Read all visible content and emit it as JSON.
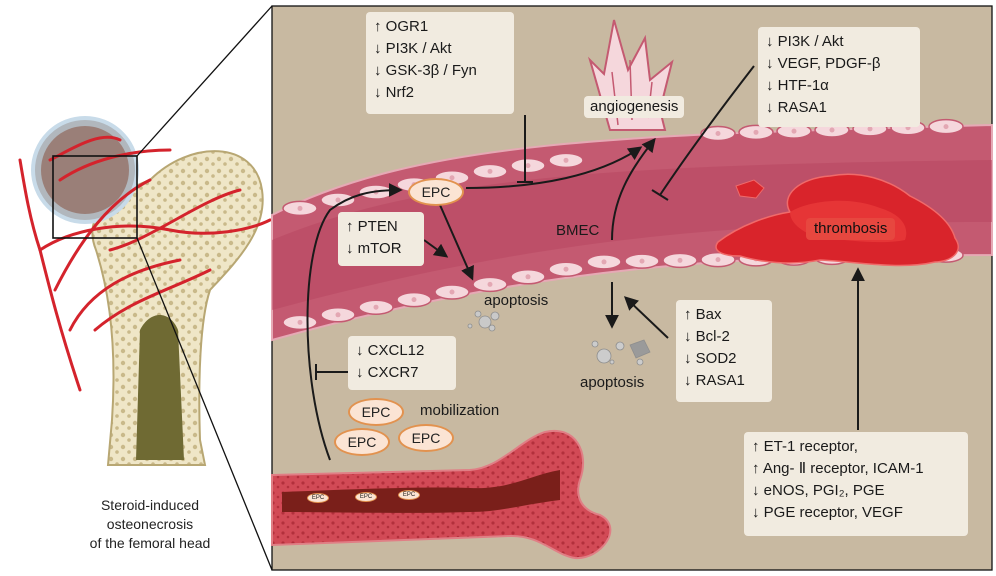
{
  "caption": [
    "Steroid-induced",
    "osteonecrosis",
    "of the femoral head"
  ],
  "box_ogr1": [
    "↑ OGR1",
    "↓ PI3K / Akt",
    "↓ GSK-3β / Fyn",
    "↓ Nrf2"
  ],
  "box_pi3k": [
    "↓ PI3K / Akt",
    "↓ VEGF, PDGF-β",
    "↓ HTF-1α",
    "↓ RASA1"
  ],
  "box_pten": [
    "↑ PTEN",
    "↓ mTOR"
  ],
  "box_cxcl": [
    "↓ CXCL12",
    "↓ CXCR7"
  ],
  "box_bax": [
    "↑ Bax",
    "↓ Bcl-2",
    "↓ SOD2",
    "↓ RASA1"
  ],
  "box_et1": [
    "↑ ET-1 receptor,",
    "↑ Ang- Ⅱ receptor, ICAM-1",
    "↓ eNOS, PGI₂, PGE",
    "↓ PGE receptor, VEGF"
  ],
  "labels": {
    "angiogenesis": "angiogenesis",
    "thrombosis": "thrombosis",
    "bmec": "BMEC",
    "apoptosis_epc": "apoptosis",
    "apoptosis_bmec": "apoptosis",
    "mobilization": "mobilization"
  },
  "epc_label": "EPC",
  "colors": {
    "panel_bg": "#c8b9a1",
    "vessel": "#c45a71",
    "cell": "#f5d7dc",
    "thrombus": "#d9242b",
    "epc_border": "#e2924f"
  }
}
